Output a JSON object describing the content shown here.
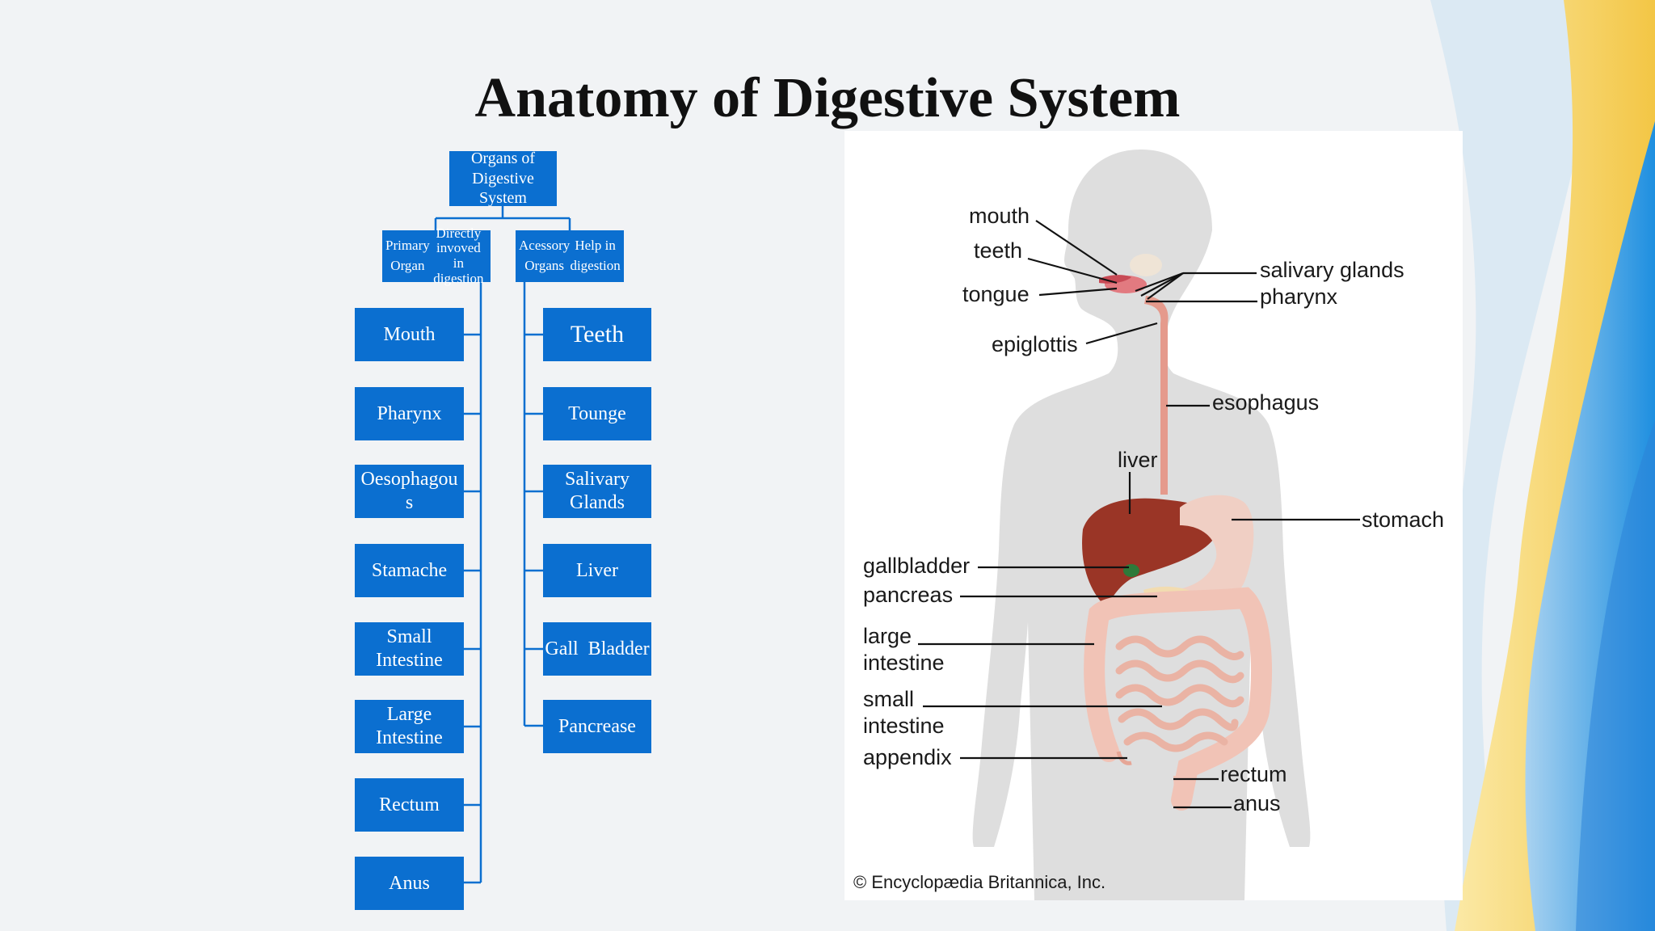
{
  "title": "Anatomy of Digestive System",
  "colors": {
    "node_fill": "#0b6fd0",
    "connector": "#0b6fd0"
  },
  "chart": {
    "root": "Organs of\nDigestive\nSystem",
    "primary": {
      "line1": "Primary Organ",
      "line2": "Directly invoved in\ndigestion"
    },
    "accessory": {
      "line1": "Acessory Organs",
      "line2": "Help in digestion"
    },
    "primary_items": [
      "Mouth",
      "Pharynx",
      "Oesophagou\ns",
      "Stamache",
      "Small\nIntestine",
      "Large\nIntestine",
      "Rectum",
      "Anus"
    ],
    "accessory_items": [
      "Teeth",
      "Tounge",
      "Salivary\nGlands",
      "Liver",
      "Gall  Bladder",
      "Pancrease"
    ]
  },
  "anatomy": {
    "labels": {
      "mouth": "mouth",
      "teeth": "teeth",
      "tongue": "tongue",
      "epiglottis": "epiglottis",
      "salivary": "salivary glands",
      "pharynx": "pharynx",
      "esophagus": "esophagus",
      "liver": "liver",
      "stomach": "stomach",
      "gallbladder": "gallbladder",
      "pancreas": "pancreas",
      "large1": "large",
      "large2": "intestine",
      "small1": "small",
      "small2": "intestine",
      "appendix": "appendix",
      "rectum": "rectum",
      "anus": "anus"
    },
    "copyright": "© Encyclopædia Britannica, Inc."
  }
}
